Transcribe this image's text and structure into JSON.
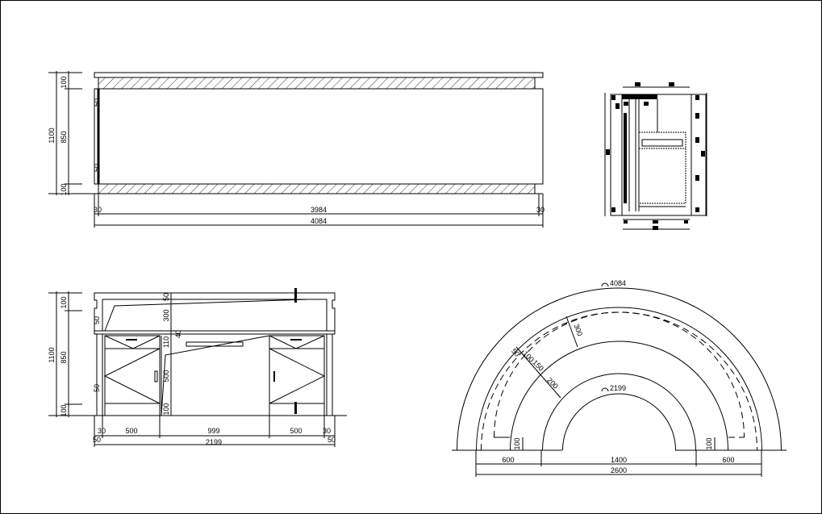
{
  "plan_view": {
    "dims_left": {
      "total": "1100",
      "top": "100",
      "middle": "850",
      "bottom": "100",
      "inset_top": "50",
      "inset_bottom": "50"
    },
    "dims_bottom": {
      "left": "30",
      "center": "3984",
      "right": "30",
      "total": "4084"
    }
  },
  "front_elevation": {
    "dims_left": {
      "total": "1100",
      "top": "100",
      "middle": "850",
      "bottom": "100",
      "inset_top": "50",
      "inset_bottom": "50"
    },
    "dims_center": {
      "top": "50",
      "upper": "300",
      "shelf": "40",
      "drawer": "110",
      "door": "500",
      "base": "100"
    },
    "dims_bottom": {
      "edge_left": "30",
      "left": "500",
      "center": "999",
      "right": "500",
      "edge_right": "30",
      "outer_left": "50",
      "outer_right": "50",
      "total": "2199"
    }
  },
  "arc_plan": {
    "outer_arc": "4084",
    "inner_arc": "2199",
    "radial": {
      "a": "50",
      "b": "100",
      "c": "150",
      "d": "200",
      "e": "300"
    },
    "heights": {
      "left": "100",
      "right": "100"
    },
    "dims_bottom": {
      "left": "600",
      "center": "1400",
      "right": "600",
      "total": "2600"
    }
  }
}
